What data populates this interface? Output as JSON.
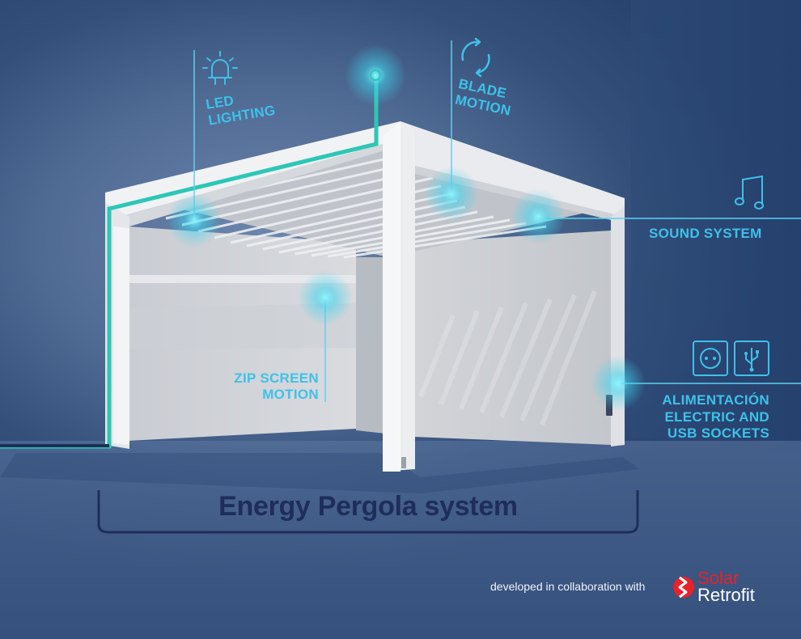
{
  "title": "Energy Pergola system",
  "features": {
    "led": {
      "line1": "LED",
      "line2": "LIGHTING",
      "icon": "led-bulb-icon"
    },
    "blade": {
      "line1": "BLADE",
      "line2": "MOTION",
      "icon": "rotate-arrows-icon"
    },
    "sound": {
      "label": "SOUND SYSTEM",
      "icon": "music-note-icon"
    },
    "zip": {
      "line1": "ZIP SCREEN",
      "line2": "MOTION"
    },
    "power": {
      "line1": "ALIMENTACIÓN",
      "line2": "ELECTRIC AND",
      "line3": "USB SOCKETS",
      "icons": [
        "power-socket-icon",
        "usb-icon"
      ]
    }
  },
  "footer": {
    "collab_text": "developed in collaboration with",
    "logo_solar": "Solar",
    "logo_retrofit": "Retrofit"
  },
  "colors": {
    "accent_cyan": "#3ec1e8",
    "teal_line": "#2cc7b6",
    "title_navy": "#1f2d5a",
    "logo_red": "#e8212b"
  }
}
